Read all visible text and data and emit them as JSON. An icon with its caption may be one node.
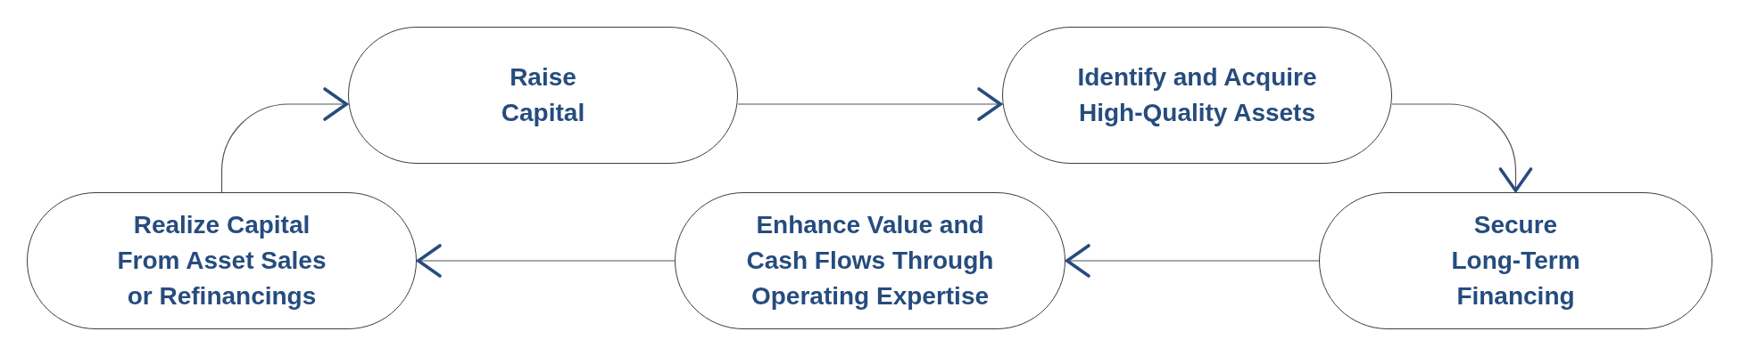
{
  "diagram": {
    "nodes": [
      {
        "text": [
          "Raise Capital"
        ]
      },
      {
        "text": [
          "Identify and Acquire High-Quality Assets"
        ]
      },
      {
        "text": [
          "Secure Long-Term Financing"
        ]
      },
      {
        "text": [
          "Enhance Value and Cash Flows Through Operating Expertise"
        ]
      },
      {
        "text": [
          "Realize Capital From Asset Sales or Refinancings"
        ]
      }
    ],
    "edges": [
      {
        "from": 0,
        "to": 1,
        "arrow": "to"
      },
      {
        "from": 1,
        "to": 2,
        "arrow": "to"
      },
      {
        "from": 2,
        "to": 3,
        "arrow": "to"
      },
      {
        "from": 3,
        "to": 4,
        "arrow": "to"
      },
      {
        "from": 4,
        "to": 0,
        "arrow": "to"
      }
    ]
  }
}
